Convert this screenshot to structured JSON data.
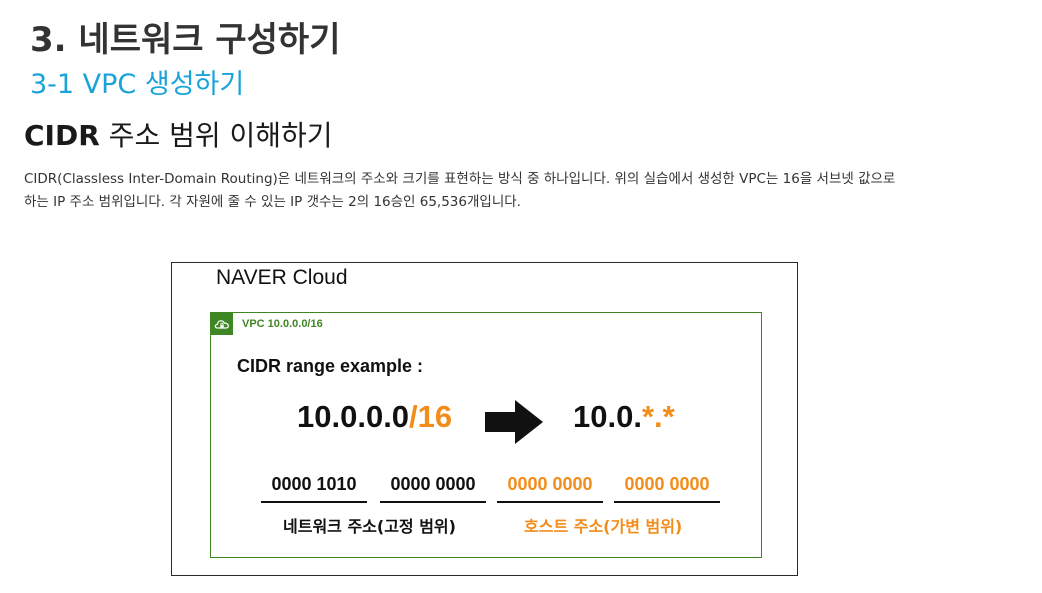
{
  "header": {
    "title": "3. 네트워크 구성하기",
    "subtitle": "3-1 VPC 생성하기"
  },
  "section": {
    "title_bold": "CIDR",
    "title_rest": " 주소 범위 이해하기",
    "paragraph_line1": "CIDR(Classless Inter-Domain Routing)은 네트워크의 주소와 크기를 표현하는 방식 중 하나입니다. 위의 실습에서 생성한 VPC는 16을 서브넷 값으로",
    "paragraph_line2": "하는 IP 주소 범위입니다. 각 자원에 줄 수 있는 IP 갯수는 2의 16승인 65,536개입니다."
  },
  "diagram": {
    "cloud_label": "NAVER Cloud",
    "vpc_label": "VPC 10.0.0.0/16",
    "vpc_icon": "cloud-lock-icon",
    "range_title": "CIDR range example :",
    "cidr_base": "10.0.0.0",
    "cidr_suffix": "/16",
    "arrow_icon": "right-arrow-icon",
    "result_base": "10.0.",
    "result_wildcard": "*.*",
    "octets": [
      "0000 1010",
      "0000 0000",
      "0000 0000",
      "0000 0000"
    ],
    "network_caption": "네트워크 주소(고정 범위)",
    "host_caption": "호스트 주소(가변 범위)"
  },
  "colors": {
    "heading_blue": "#1aa3d9",
    "vpc_green": "#3f8624",
    "host_orange": "#f28c1a"
  }
}
